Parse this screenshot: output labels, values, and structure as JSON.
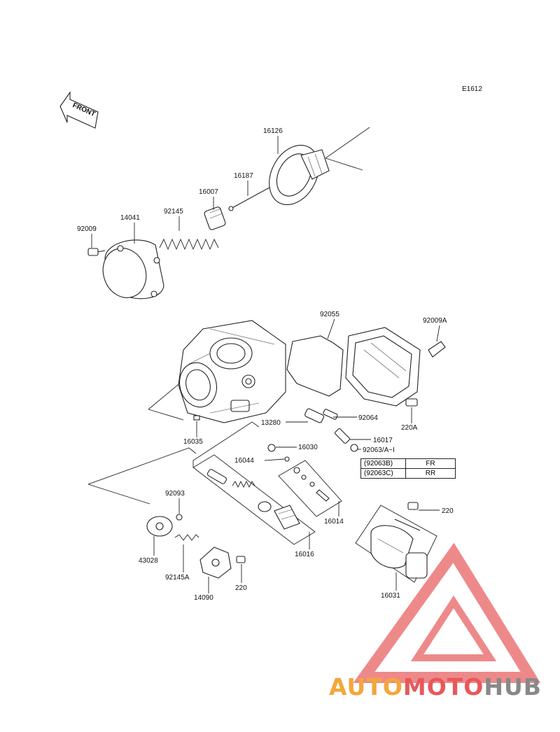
{
  "diagram_code": "E1612",
  "front_label": "FRONT",
  "parts": {
    "p16126": "16126",
    "p16187": "16187",
    "p16007": "16007",
    "p92145": "92145",
    "p14041": "14041",
    "p92009": "92009",
    "p92055": "92055",
    "p92009A": "92009A",
    "p92064": "92064",
    "p13280": "13280",
    "p16017": "16017",
    "p220A": "220A",
    "p92063AI": "92063/A~I",
    "p16035": "16035",
    "p16030": "16030",
    "p16044": "16044",
    "p16014": "16014",
    "p92093": "92093",
    "p220r": "220",
    "p43028": "43028",
    "p92145A": "92145A",
    "p14090": "14090",
    "p220b": "220",
    "p16016": "16016",
    "p16031": "16031"
  },
  "variant_table": [
    {
      "code": "(92063B)",
      "location": "FR"
    },
    {
      "code": "(92063C)",
      "location": "RR"
    }
  ],
  "watermark": {
    "part1": "AUTO",
    "part2": "MOTO",
    "part3": "HUB"
  },
  "colors": {
    "watermark_orange": "#f4a63a",
    "watermark_red": "#e8585a",
    "watermark_gray": "#888888"
  }
}
